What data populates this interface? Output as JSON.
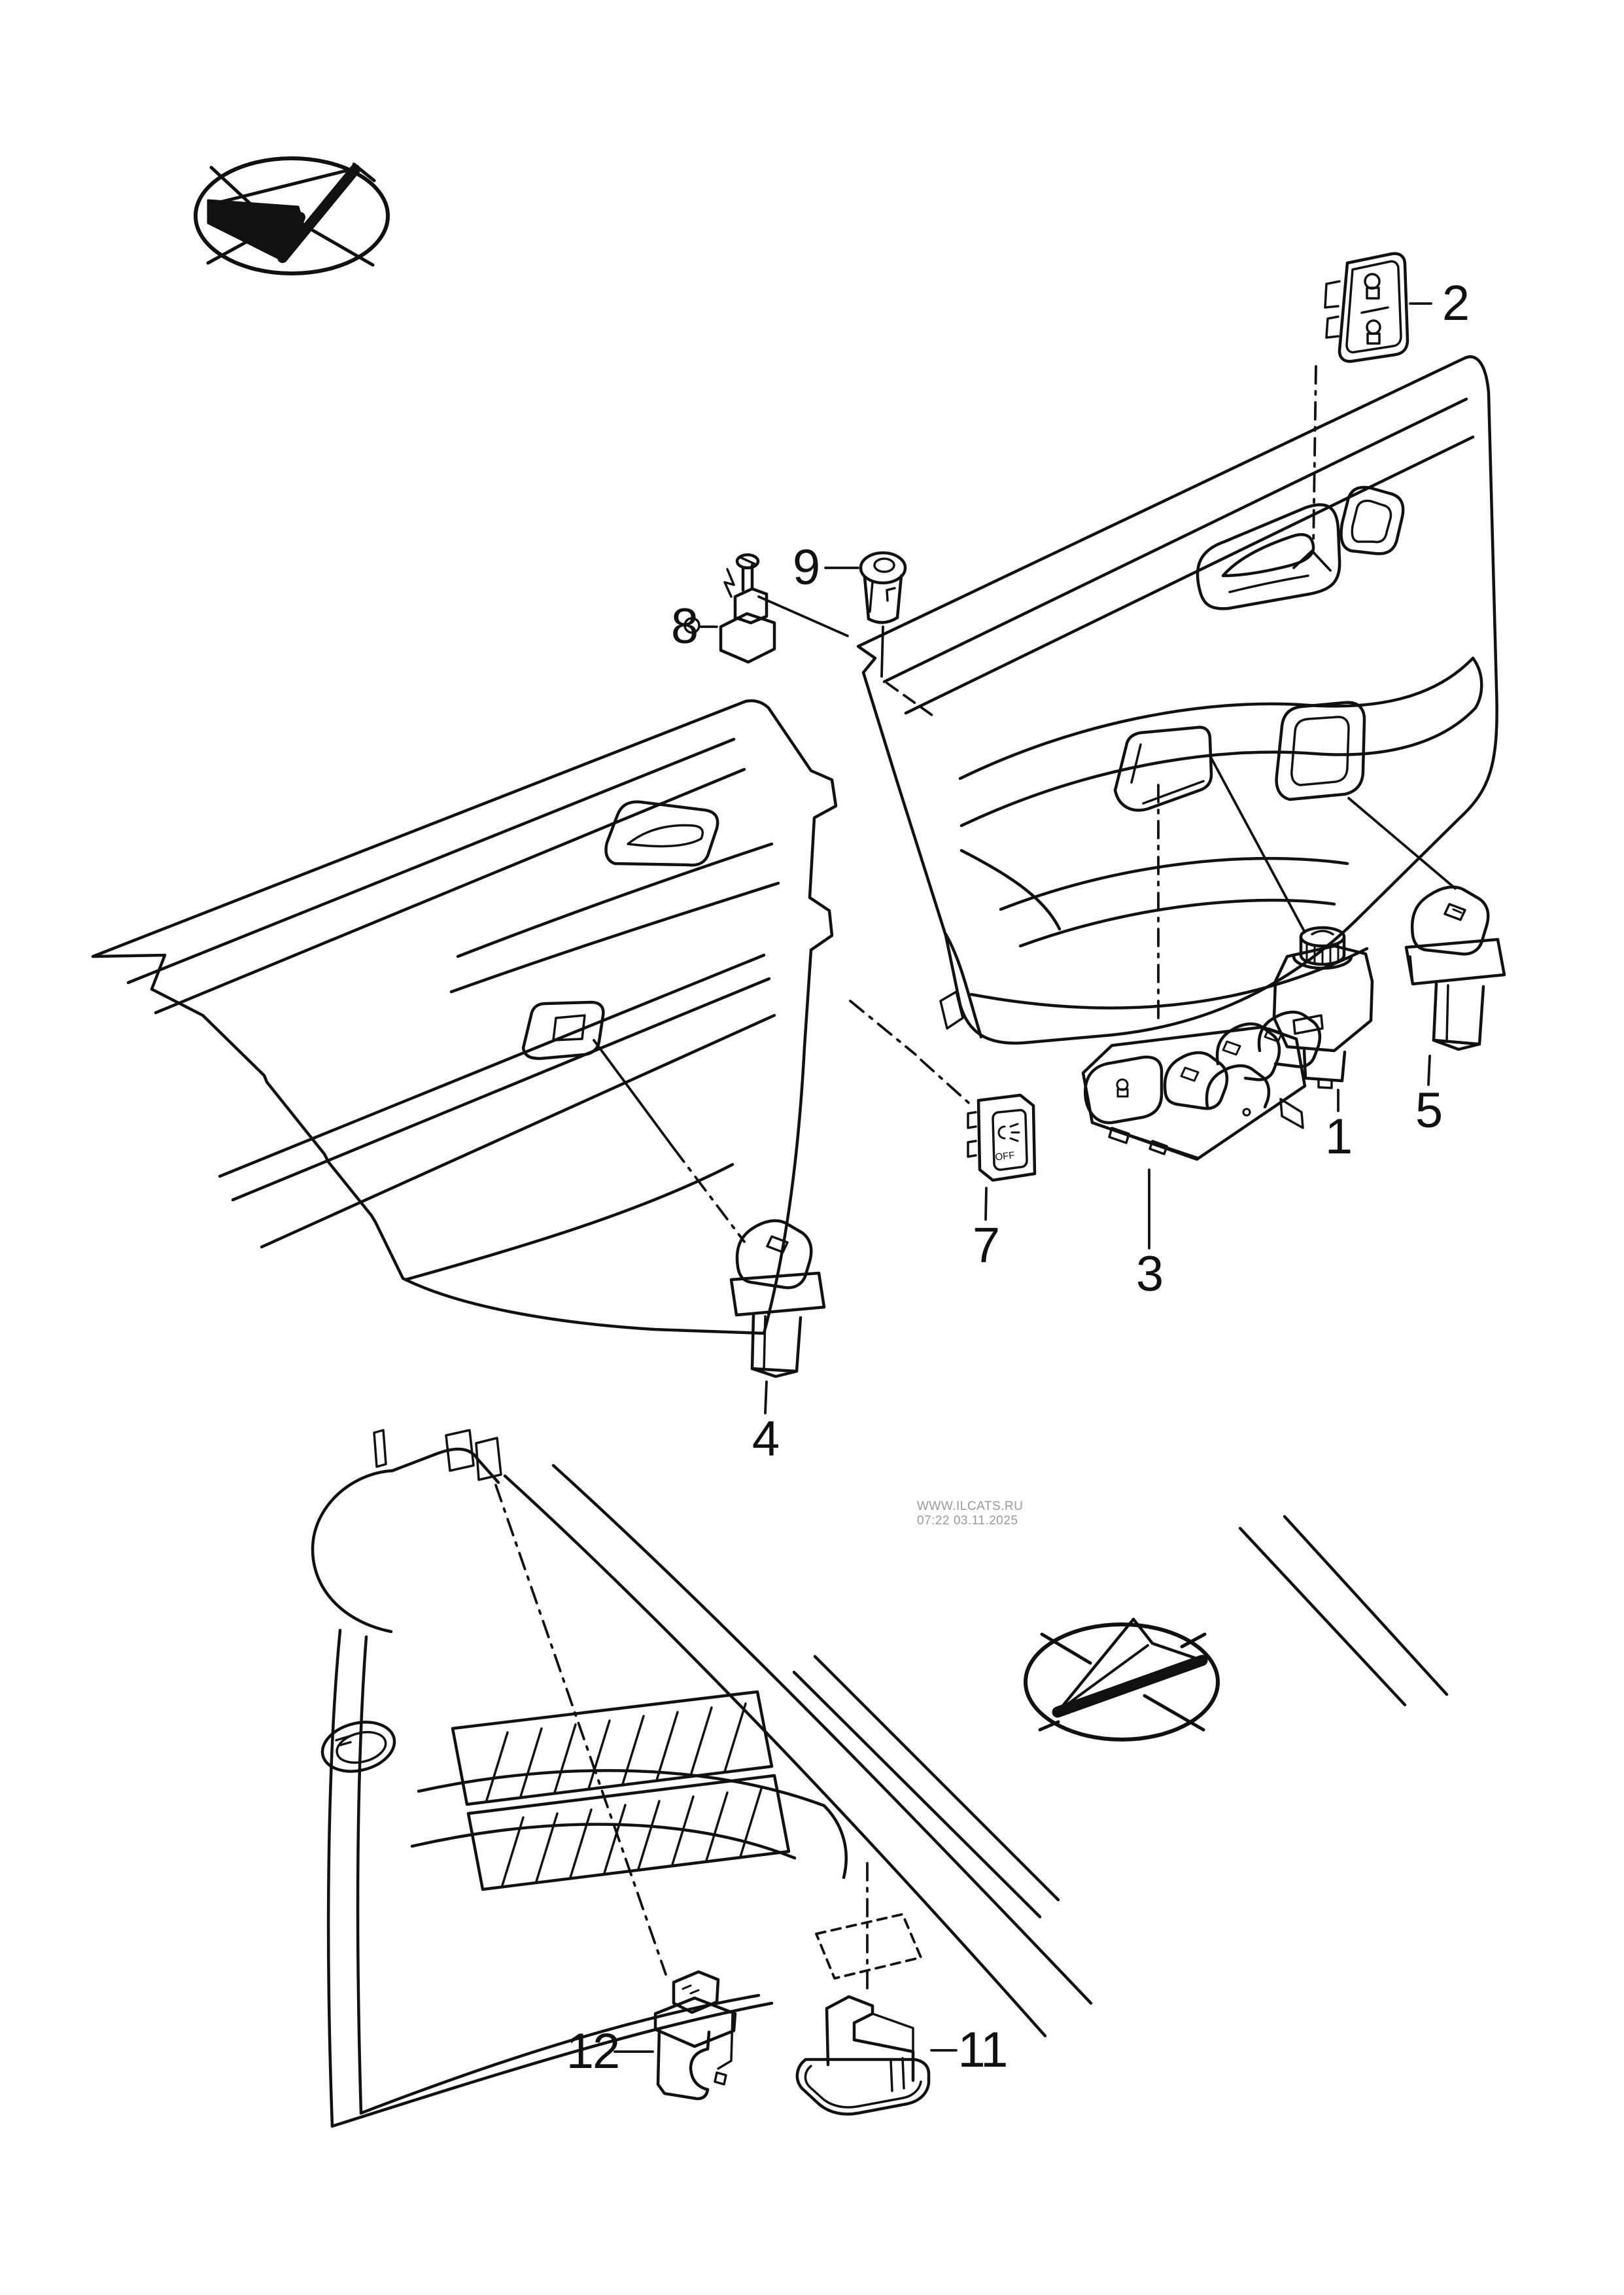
{
  "figure": {
    "type": "parts-diagram",
    "subject": "door trim panels and switches",
    "ink_color": "#111111",
    "background_color": "#ffffff"
  },
  "watermark": {
    "line1": "WWW.ILCATS.RU",
    "line2": "07:22 03.11.2025",
    "color": "#9a9a9a"
  },
  "callouts": [
    {
      "id": "1",
      "part": "mirror-adjustment-switch"
    },
    {
      "id": "2",
      "part": "central-locking-switch"
    },
    {
      "id": "3",
      "part": "driver-window-switch-bank"
    },
    {
      "id": "4",
      "part": "rear-window-switch"
    },
    {
      "id": "5",
      "part": "passenger-window-switch"
    },
    {
      "id": "7",
      "part": "interior-monitoring-off-switch"
    },
    {
      "id": "8",
      "part": "retaining-clip-with-screw"
    },
    {
      "id": "9",
      "part": "grommet"
    },
    {
      "id": "11",
      "part": "cap"
    },
    {
      "id": "12",
      "part": "luggage-compartment-switch"
    }
  ],
  "labels": {
    "switch7_text": "OFF"
  }
}
